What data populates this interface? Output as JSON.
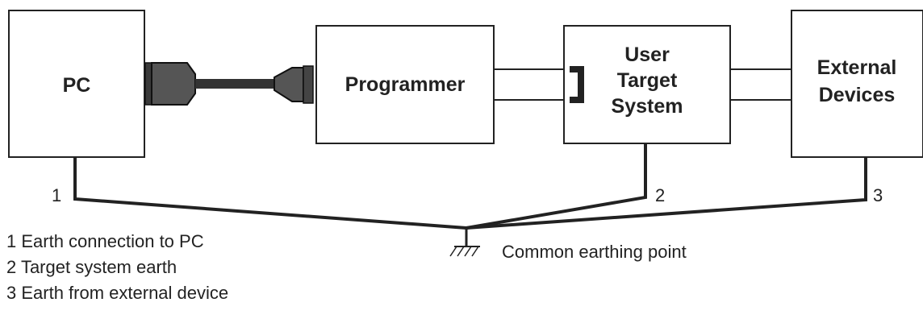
{
  "boxes": {
    "pc": "PC",
    "programmer": "Programmer",
    "target": [
      "User",
      "Target",
      "System"
    ],
    "external": [
      "External",
      "Devices"
    ]
  },
  "numbers": {
    "n1": "1",
    "n2": "2",
    "n3": "3"
  },
  "common_point": "Common earthing point",
  "legend": [
    "1 Earth connection to PC",
    "2 Target system earth",
    "3 Earth from external device"
  ]
}
